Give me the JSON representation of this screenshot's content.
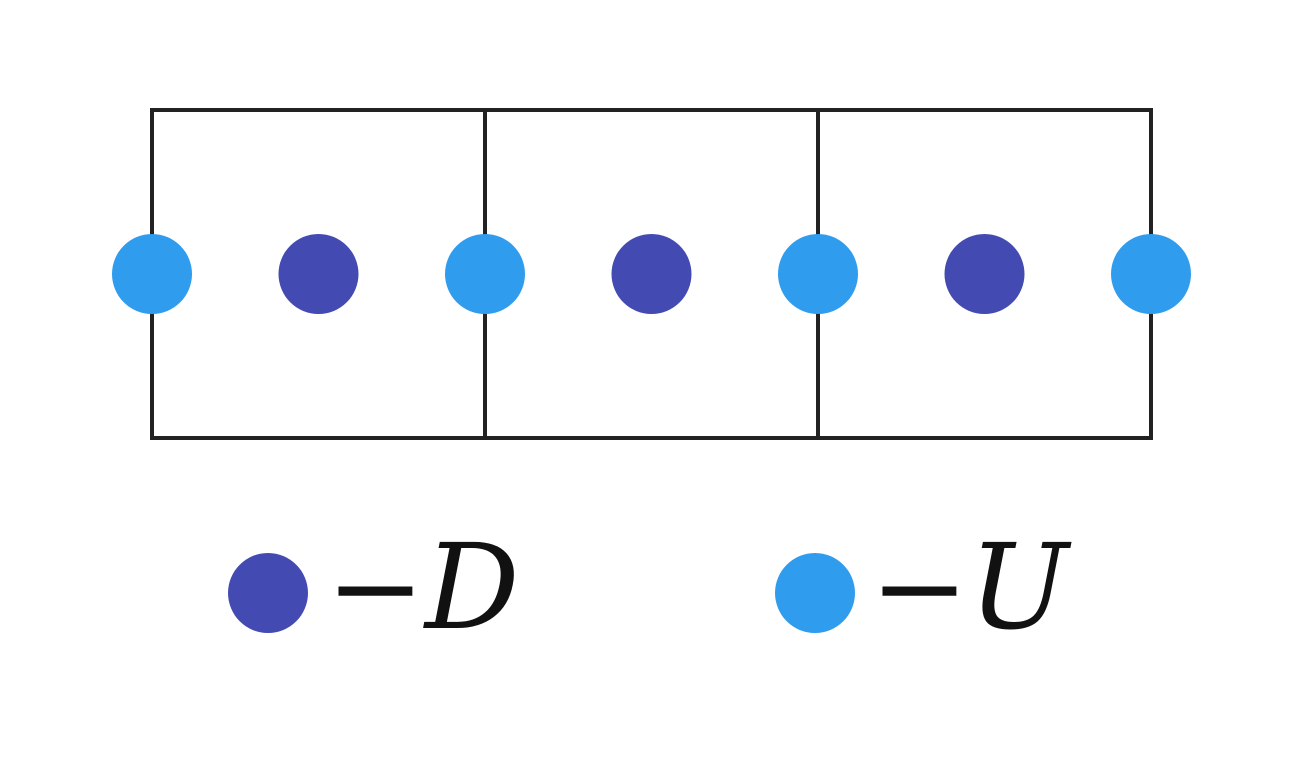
{
  "diagram": {
    "cell_count": 3,
    "node_sequence": [
      "U",
      "D",
      "U",
      "D",
      "U",
      "D",
      "U"
    ]
  },
  "legend": {
    "items": [
      {
        "label": "−D",
        "node_type": "D"
      },
      {
        "label": "−U",
        "node_type": "U"
      }
    ]
  },
  "colors": {
    "D": "#434bb2",
    "U": "#2f9ced",
    "stroke": "#222222",
    "background": "#ffffff"
  }
}
